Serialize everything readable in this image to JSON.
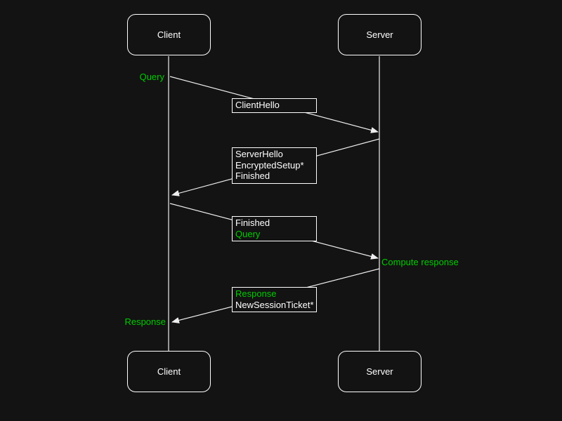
{
  "theme": {
    "bg": "#131313",
    "fg": "#ffffff",
    "green": "#00cc00",
    "line": "#eeeeee"
  },
  "actors": {
    "top_left": "Client",
    "top_right": "Server",
    "bottom_left": "Client",
    "bottom_right": "Server"
  },
  "annotations": {
    "query": "Query",
    "compute_response": "Compute response",
    "response": "Response"
  },
  "messages": [
    {
      "name": "client-hello",
      "direction": "client-to-server",
      "lines": [
        {
          "text": "ClientHello",
          "color": "fg"
        }
      ]
    },
    {
      "name": "server-hello-flight",
      "direction": "server-to-client",
      "lines": [
        {
          "text": "ServerHello",
          "color": "fg"
        },
        {
          "text": "EncryptedSetup*",
          "color": "fg"
        },
        {
          "text": "Finished",
          "color": "fg"
        }
      ]
    },
    {
      "name": "finished-query",
      "direction": "client-to-server",
      "lines": [
        {
          "text": "Finished",
          "color": "fg"
        },
        {
          "text": "Query",
          "color": "green"
        }
      ]
    },
    {
      "name": "response-ticket",
      "direction": "server-to-client",
      "lines": [
        {
          "text": "Response",
          "color": "green"
        },
        {
          "text": "NewSessionTicket*",
          "color": "fg"
        }
      ]
    }
  ]
}
